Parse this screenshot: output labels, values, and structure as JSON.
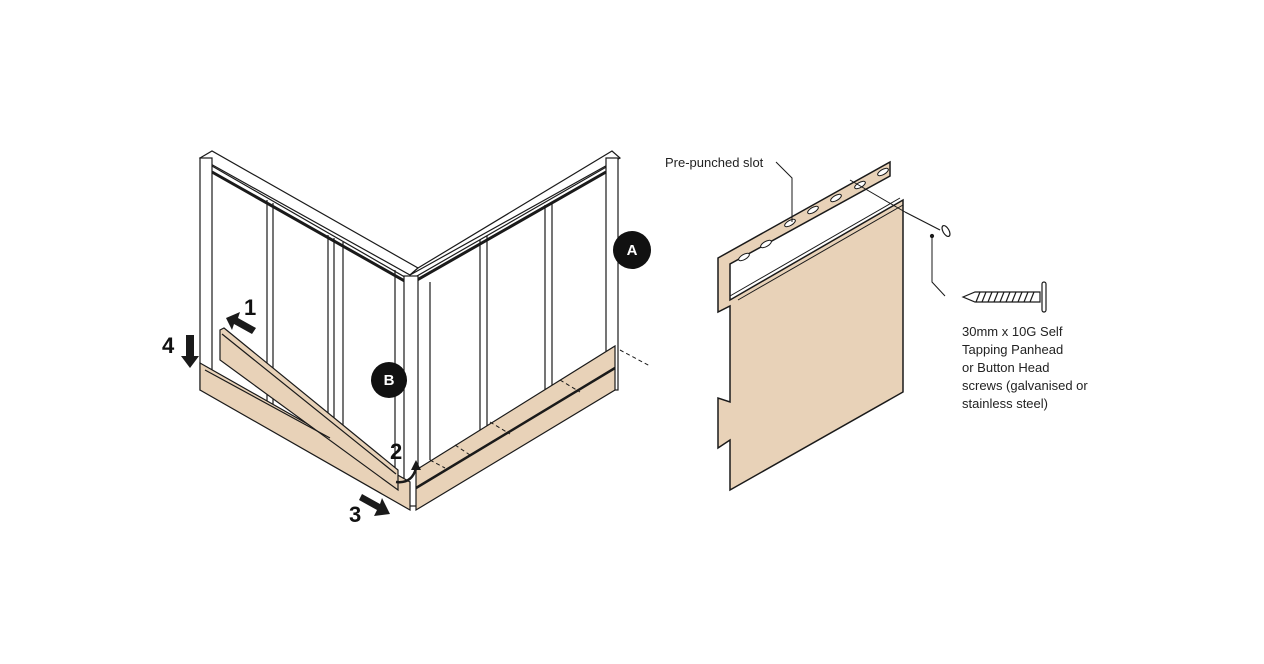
{
  "colors": {
    "cladding": "#e8d2b8",
    "outline": "#1a1a1a",
    "badge": "#111111"
  },
  "callouts": {
    "slot": "Pre-punched slot",
    "screw_lines": [
      "30mm x 10G Self",
      "Tapping Panhead",
      "or Button Head",
      "screws (galvanised or",
      "stainless steel)"
    ]
  },
  "badges": {
    "a": "A",
    "b": "B"
  },
  "steps": {
    "one": "1",
    "two": "2",
    "three": "3",
    "four": "4"
  }
}
